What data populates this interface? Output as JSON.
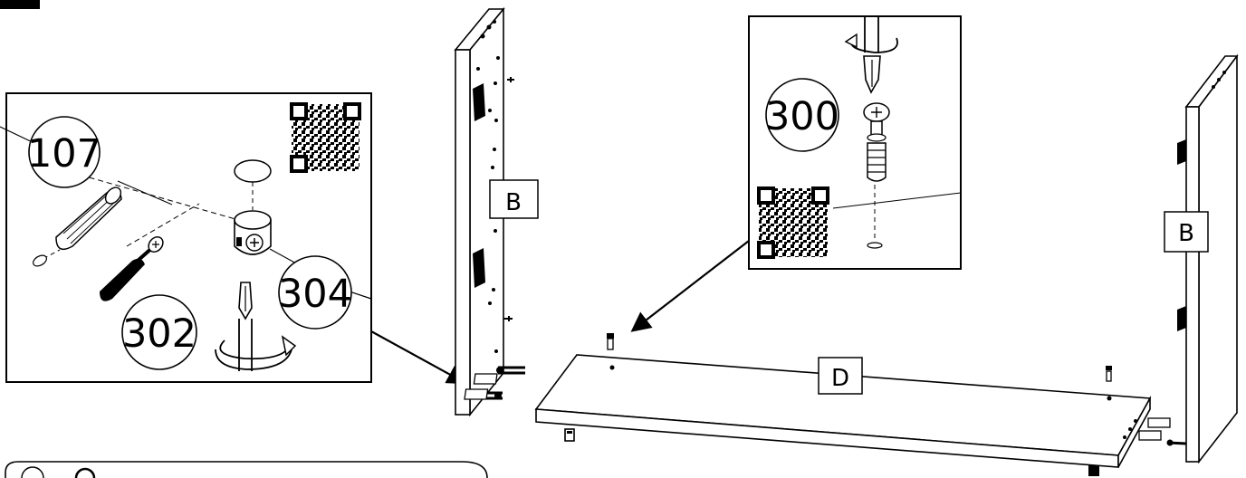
{
  "parts": {
    "num_107": "107",
    "num_302": "302",
    "num_304": "304",
    "num_300": "300"
  },
  "panels": {
    "left_side": "B",
    "right_side": "B",
    "bottom": "D"
  },
  "icons": {
    "qr_code": "qr-code-icon",
    "screwdriver": "screwdriver-icon",
    "rotation_arrow": "rotation-arrow-icon"
  },
  "colors": {
    "line": "#000000",
    "background": "#ffffff"
  }
}
